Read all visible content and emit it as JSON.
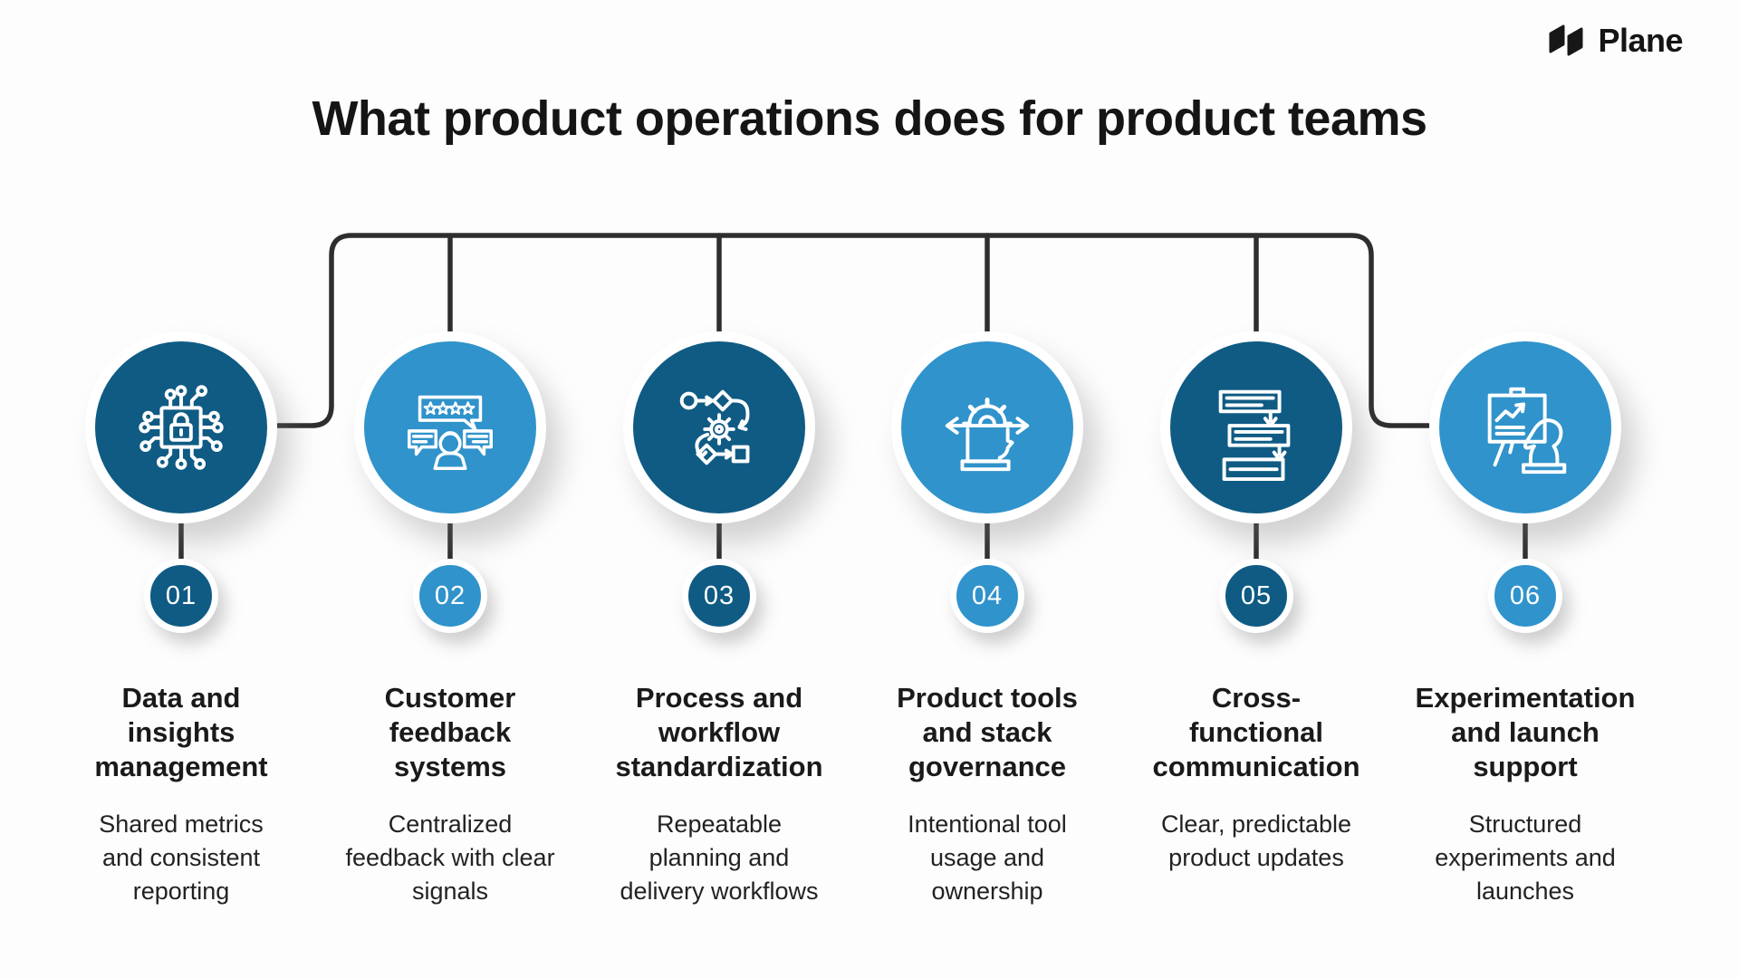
{
  "brand": {
    "name": "Plane"
  },
  "title": "What product operations does for product teams",
  "colors": {
    "dark_blue": "#0F5B84",
    "light_blue": "#3093CB",
    "connector_line": "#2E2E2E",
    "text": "#1A1A1A",
    "background": "#FDFDFD",
    "icon_stroke": "#FFFFFF"
  },
  "columns": [
    {
      "number": "01",
      "tone": "dark",
      "icon": "chip-lock-icon",
      "title": "Data and\ninsights\nmanagement",
      "description": "Shared metrics\nand consistent\nreporting"
    },
    {
      "number": "02",
      "tone": "light",
      "icon": "customer-feedback-icon",
      "title": "Customer\nfeedback\nsystems",
      "description": "Centralized\nfeedback with clear\nsignals"
    },
    {
      "number": "03",
      "tone": "dark",
      "icon": "workflow-icon",
      "title": "Process and\nworkflow\nstandardization",
      "description": "Repeatable\nplanning and\ndelivery workflows"
    },
    {
      "number": "04",
      "tone": "light",
      "icon": "head-gear-icon",
      "title": "Product tools\nand stack\ngovernance",
      "description": "Intentional tool\nusage and\nownership"
    },
    {
      "number": "05",
      "tone": "dark",
      "icon": "stacked-messages-icon",
      "title": "Cross-\nfunctional\ncommunication",
      "description": "Clear, predictable\nproduct updates"
    },
    {
      "number": "06",
      "tone": "light",
      "icon": "presentation-knight-icon",
      "title": "Experimentation\nand launch\nsupport",
      "description": "Structured\nexperiments and\nlaunches"
    }
  ]
}
